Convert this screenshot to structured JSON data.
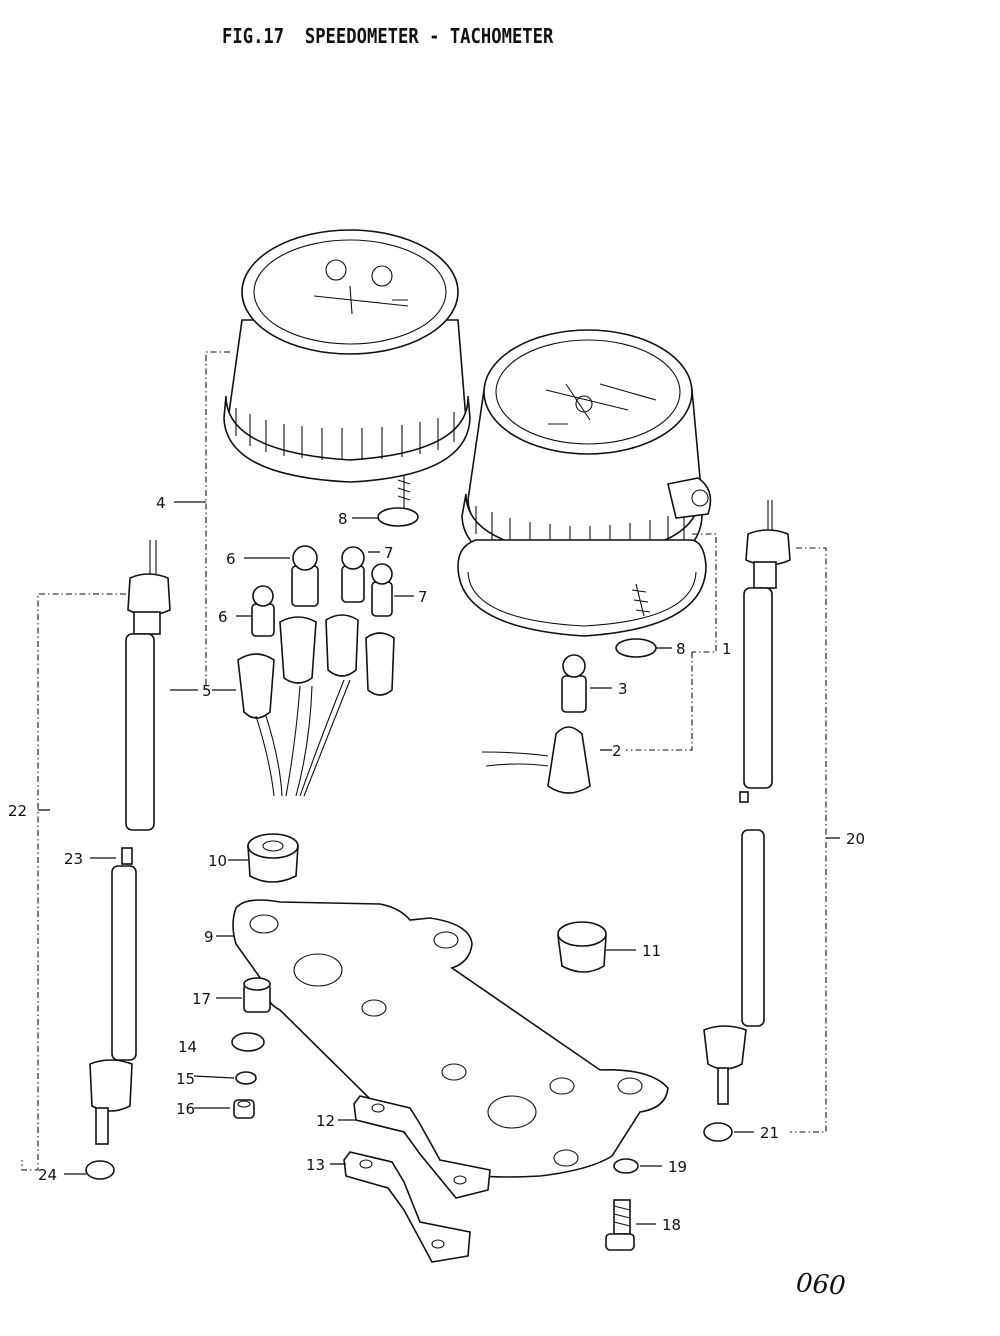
{
  "figure": {
    "title": "FIG.17  SPEEDOMETER - TACHOMETER",
    "page_number": "060"
  },
  "callouts": {
    "c1": "1",
    "c2": "2",
    "c3": "3",
    "c4": "4",
    "c5": "5",
    "c6a": "6",
    "c6b": "6",
    "c7a": "7",
    "c7b": "7",
    "c8a": "8",
    "c8b": "8",
    "c9": "9",
    "c10": "10",
    "c11": "11",
    "c12": "12",
    "c13": "13",
    "c14": "14",
    "c15": "15",
    "c16": "16",
    "c17": "17",
    "c18": "18",
    "c19": "19",
    "c20": "20",
    "c21": "21",
    "c22": "22",
    "c23": "23",
    "c24": "24"
  }
}
